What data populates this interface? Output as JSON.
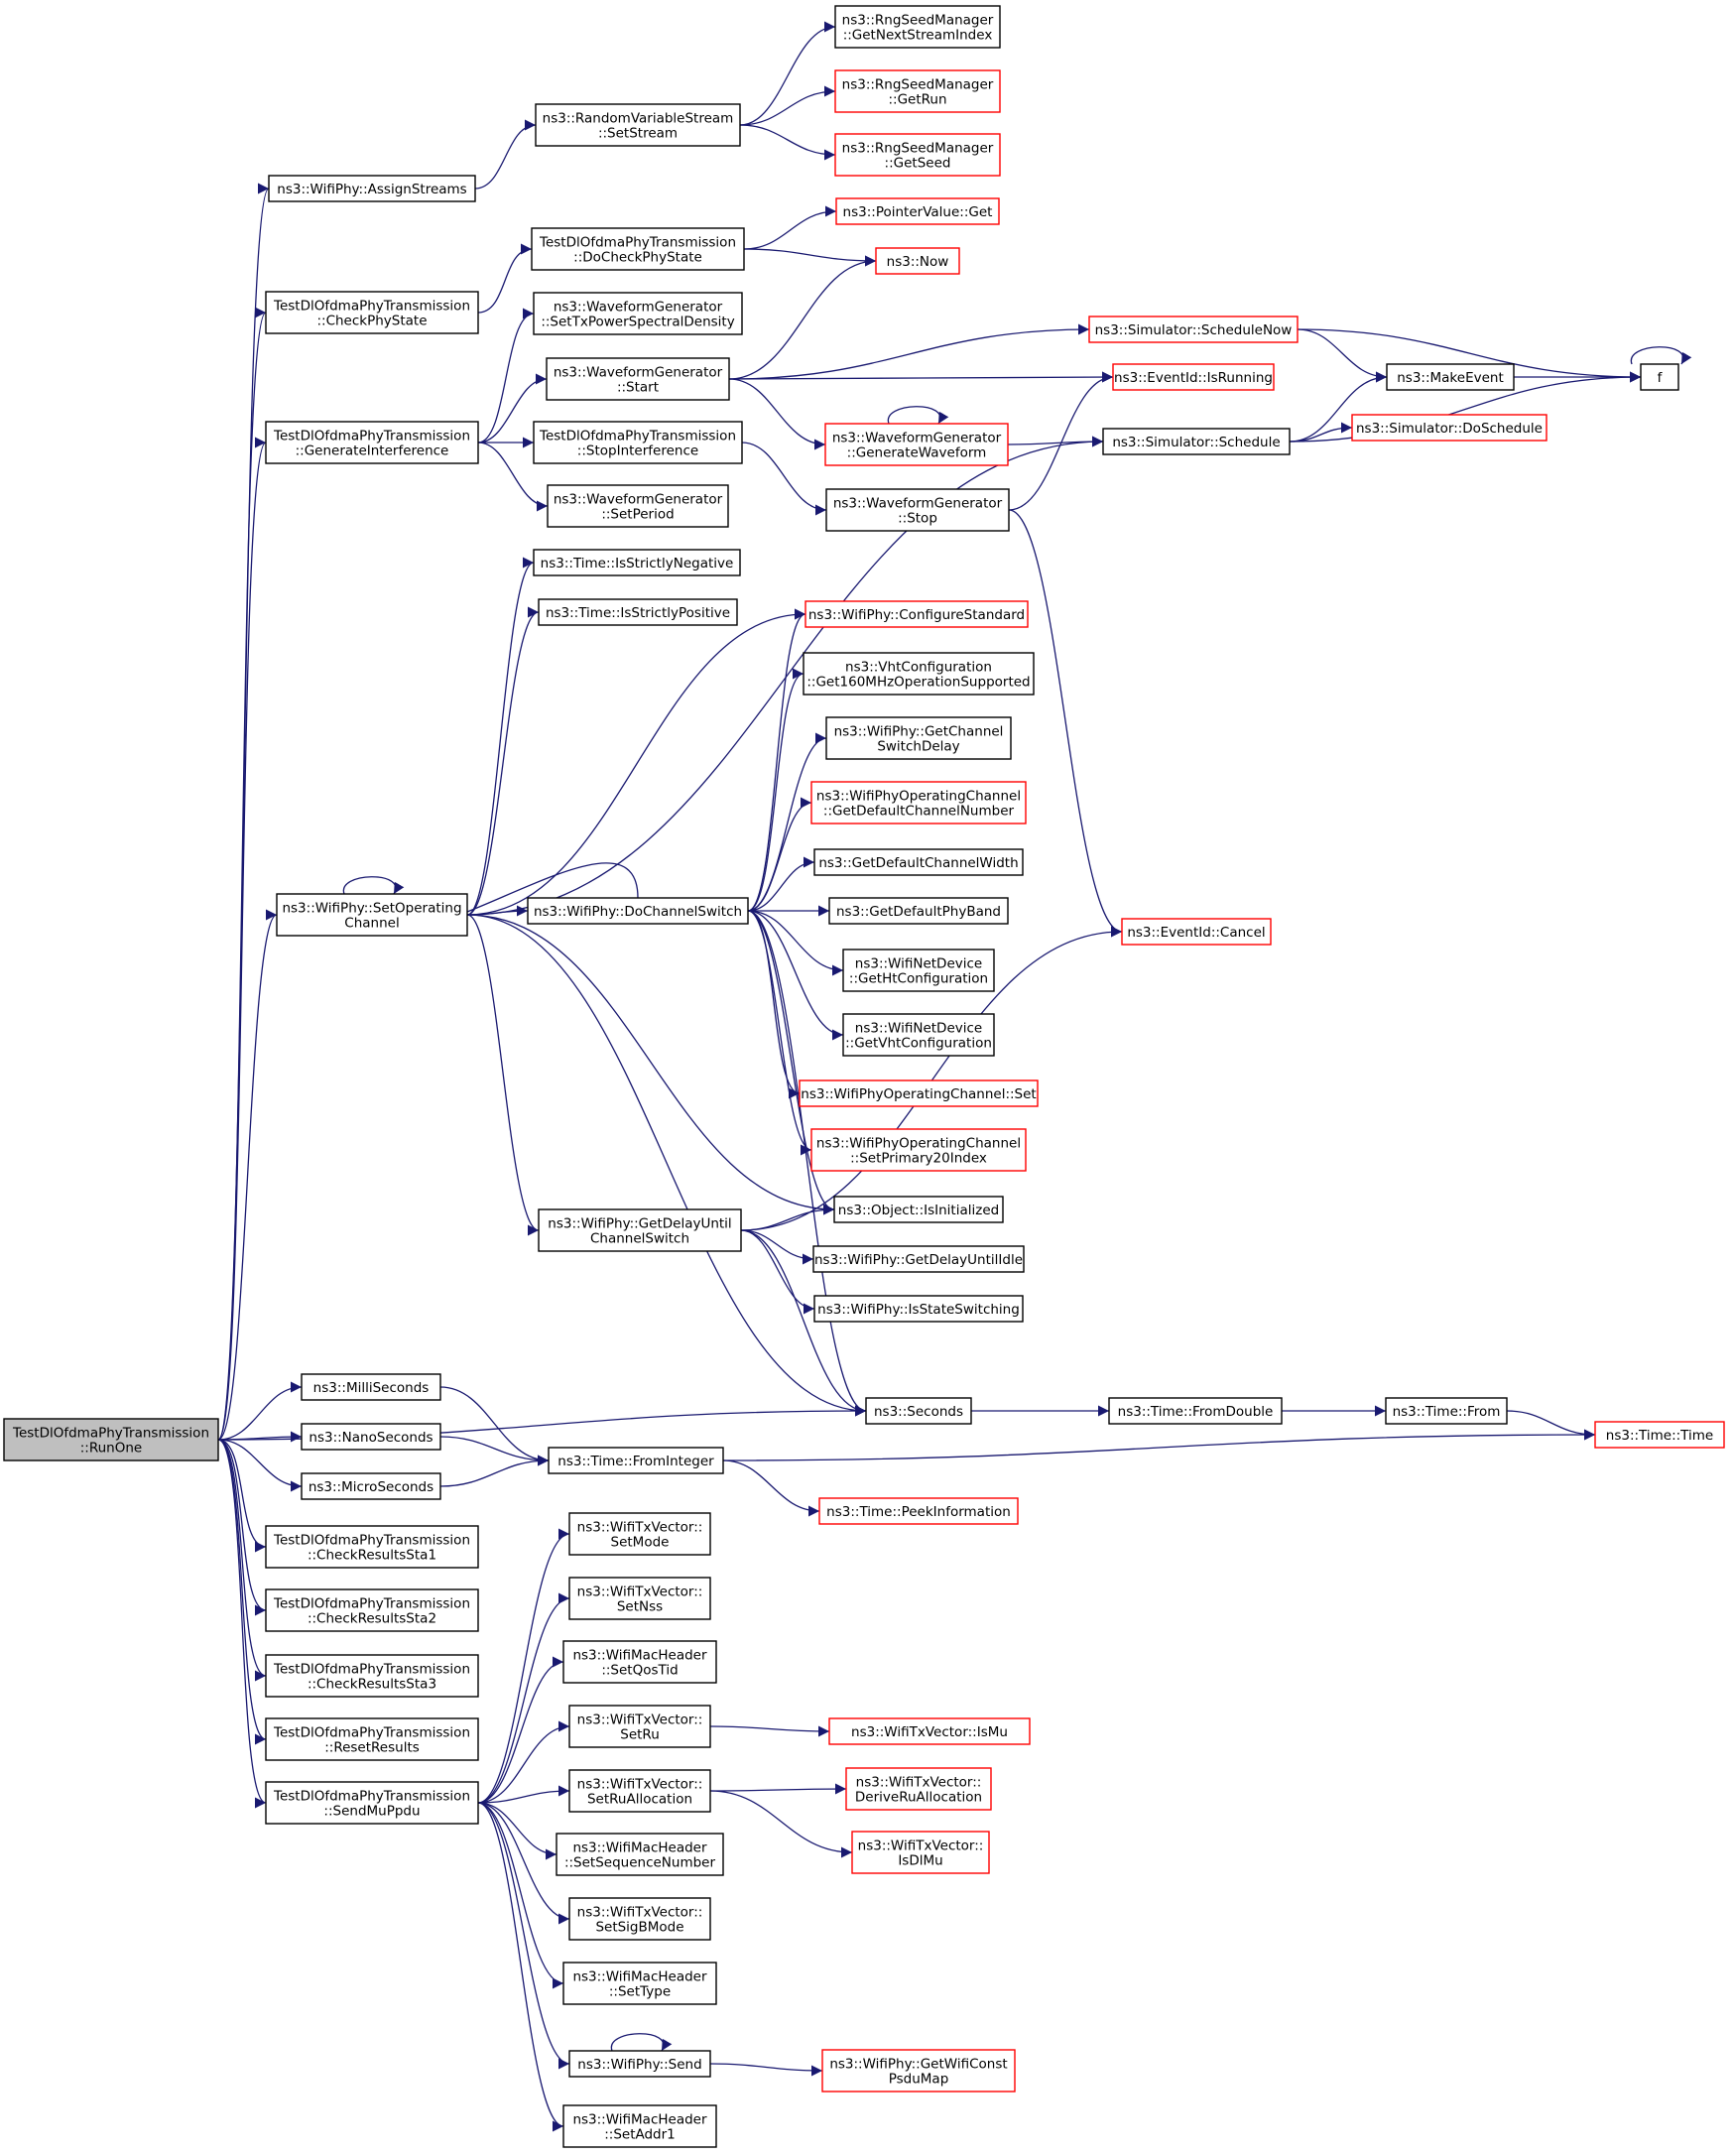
{
  "colors": {
    "edge": "#191970",
    "node_border": "#000000",
    "node_border_external": "#ff0000",
    "node_fill": "#ffffff",
    "root_fill": "#bfbfbf"
  },
  "nodes": [
    {
      "id": "runone",
      "lines": [
        "TestDlOfdmaPhyTransmission",
        "::RunOne"
      ],
      "style": "root"
    },
    {
      "id": "assignstreams",
      "lines": [
        "ns3::WifiPhy::AssignStreams"
      ],
      "style": "normal"
    },
    {
      "id": "setstream",
      "lines": [
        "ns3::RandomVariableStream",
        "::SetStream"
      ],
      "style": "normal"
    },
    {
      "id": "getnextstreamindex",
      "lines": [
        "ns3::RngSeedManager",
        "::GetNextStreamIndex"
      ],
      "style": "normal"
    },
    {
      "id": "getrun",
      "lines": [
        "ns3::RngSeedManager",
        "::GetRun"
      ],
      "style": "external"
    },
    {
      "id": "getseed",
      "lines": [
        "ns3::RngSeedManager",
        "::GetSeed"
      ],
      "style": "external"
    },
    {
      "id": "checkphystate",
      "lines": [
        "TestDlOfdmaPhyTransmission",
        "::CheckPhyState"
      ],
      "style": "normal"
    },
    {
      "id": "docheckphystate",
      "lines": [
        "TestDlOfdmaPhyTransmission",
        "::DoCheckPhyState"
      ],
      "style": "normal"
    },
    {
      "id": "pointervalueget",
      "lines": [
        "ns3::PointerValue::Get"
      ],
      "style": "external"
    },
    {
      "id": "now",
      "lines": [
        "ns3::Now"
      ],
      "style": "external"
    },
    {
      "id": "settxpsd",
      "lines": [
        "ns3::WaveformGenerator",
        "::SetTxPowerSpectralDensity"
      ],
      "style": "normal"
    },
    {
      "id": "schedulenow",
      "lines": [
        "ns3::Simulator::ScheduleNow"
      ],
      "style": "external"
    },
    {
      "id": "wgstart",
      "lines": [
        "ns3::WaveformGenerator",
        "::Start"
      ],
      "style": "normal"
    },
    {
      "id": "isrunning",
      "lines": [
        "ns3::EventId::IsRunning"
      ],
      "style": "external"
    },
    {
      "id": "makeevent",
      "lines": [
        "ns3::MakeEvent"
      ],
      "style": "normal"
    },
    {
      "id": "f",
      "lines": [
        "f"
      ],
      "style": "normal"
    },
    {
      "id": "generateinterference",
      "lines": [
        "TestDlOfdmaPhyTransmission",
        "::GenerateInterference"
      ],
      "style": "normal"
    },
    {
      "id": "stopinterference",
      "lines": [
        "TestDlOfdmaPhyTransmission",
        "::StopInterference"
      ],
      "style": "normal"
    },
    {
      "id": "generatewaveform",
      "lines": [
        "ns3::WaveformGenerator",
        "::GenerateWaveform"
      ],
      "style": "external"
    },
    {
      "id": "schedule",
      "lines": [
        "ns3::Simulator::Schedule"
      ],
      "style": "normal"
    },
    {
      "id": "doschedule",
      "lines": [
        "ns3::Simulator::DoSchedule"
      ],
      "style": "external"
    },
    {
      "id": "setperiod",
      "lines": [
        "ns3::WaveformGenerator",
        "::SetPeriod"
      ],
      "style": "normal"
    },
    {
      "id": "wgstop",
      "lines": [
        "ns3::WaveformGenerator",
        "::Stop"
      ],
      "style": "normal"
    },
    {
      "id": "isstrictlynegative",
      "lines": [
        "ns3::Time::IsStrictlyNegative"
      ],
      "style": "normal"
    },
    {
      "id": "isstrictlypositive",
      "lines": [
        "ns3::Time::IsStrictlyPositive"
      ],
      "style": "normal"
    },
    {
      "id": "configurestandard",
      "lines": [
        "ns3::WifiPhy::ConfigureStandard"
      ],
      "style": "external"
    },
    {
      "id": "get160mhz",
      "lines": [
        "ns3::VhtConfiguration",
        "::Get160MHzOperationSupported"
      ],
      "style": "normal"
    },
    {
      "id": "getchannelswitchdelay",
      "lines": [
        "ns3::WifiPhy::GetChannel",
        "SwitchDelay"
      ],
      "style": "normal"
    },
    {
      "id": "getdefaultchannelnumber",
      "lines": [
        "ns3::WifiPhyOperatingChannel",
        "::GetDefaultChannelNumber"
      ],
      "style": "external"
    },
    {
      "id": "getdefaultchannelwidth",
      "lines": [
        "ns3::GetDefaultChannelWidth"
      ],
      "style": "normal"
    },
    {
      "id": "setoperatingchannel",
      "lines": [
        "ns3::WifiPhy::SetOperating",
        "Channel"
      ],
      "style": "normal"
    },
    {
      "id": "dochannelswitch",
      "lines": [
        "ns3::WifiPhy::DoChannelSwitch"
      ],
      "style": "normal"
    },
    {
      "id": "getdefaultphyband",
      "lines": [
        "ns3::GetDefaultPhyBand"
      ],
      "style": "normal"
    },
    {
      "id": "eventcancel",
      "lines": [
        "ns3::EventId::Cancel"
      ],
      "style": "external"
    },
    {
      "id": "gethtconfiguration",
      "lines": [
        "ns3::WifiNetDevice",
        "::GetHtConfiguration"
      ],
      "style": "normal"
    },
    {
      "id": "getvhtconfiguration",
      "lines": [
        "ns3::WifiNetDevice",
        "::GetVhtConfiguration"
      ],
      "style": "normal"
    },
    {
      "id": "opchannelset",
      "lines": [
        "ns3::WifiPhyOperatingChannel::Set"
      ],
      "style": "external"
    },
    {
      "id": "setprimary20index",
      "lines": [
        "ns3::WifiPhyOperatingChannel",
        "::SetPrimary20Index"
      ],
      "style": "external"
    },
    {
      "id": "getdelayuntilchannelswitch",
      "lines": [
        "ns3::WifiPhy::GetDelayUntil",
        "ChannelSwitch"
      ],
      "style": "normal"
    },
    {
      "id": "isinitialized",
      "lines": [
        "ns3::Object::IsInitialized"
      ],
      "style": "normal"
    },
    {
      "id": "getdelayuntilidle",
      "lines": [
        "ns3::WifiPhy::GetDelayUntilIdle"
      ],
      "style": "normal"
    },
    {
      "id": "isstateswitching",
      "lines": [
        "ns3::WifiPhy::IsStateSwitching"
      ],
      "style": "normal"
    },
    {
      "id": "milliseconds",
      "lines": [
        "ns3::MilliSeconds"
      ],
      "style": "normal"
    },
    {
      "id": "seconds",
      "lines": [
        "ns3::Seconds"
      ],
      "style": "normal"
    },
    {
      "id": "fromdouble",
      "lines": [
        "ns3::Time::FromDouble"
      ],
      "style": "normal"
    },
    {
      "id": "timefrom",
      "lines": [
        "ns3::Time::From"
      ],
      "style": "normal"
    },
    {
      "id": "timetime",
      "lines": [
        "ns3::Time::Time"
      ],
      "style": "external"
    },
    {
      "id": "nanoseconds",
      "lines": [
        "ns3::NanoSeconds"
      ],
      "style": "normal"
    },
    {
      "id": "frominteger",
      "lines": [
        "ns3::Time::FromInteger"
      ],
      "style": "normal"
    },
    {
      "id": "microseconds",
      "lines": [
        "ns3::MicroSeconds"
      ],
      "style": "normal"
    },
    {
      "id": "peekinformation",
      "lines": [
        "ns3::Time::PeekInformation"
      ],
      "style": "external"
    },
    {
      "id": "checkresultssta1",
      "lines": [
        "TestDlOfdmaPhyTransmission",
        "::CheckResultsSta1"
      ],
      "style": "normal"
    },
    {
      "id": "checkresultssta2",
      "lines": [
        "TestDlOfdmaPhyTransmission",
        "::CheckResultsSta2"
      ],
      "style": "normal"
    },
    {
      "id": "checkresultssta3",
      "lines": [
        "TestDlOfdmaPhyTransmission",
        "::CheckResultsSta3"
      ],
      "style": "normal"
    },
    {
      "id": "resetresults",
      "lines": [
        "TestDlOfdmaPhyTransmission",
        "::ResetResults"
      ],
      "style": "normal"
    },
    {
      "id": "sendmuppdu",
      "lines": [
        "TestDlOfdmaPhyTransmission",
        "::SendMuPpdu"
      ],
      "style": "normal"
    },
    {
      "id": "setmode",
      "lines": [
        "ns3::WifiTxVector::",
        "SetMode"
      ],
      "style": "normal"
    },
    {
      "id": "setnss",
      "lines": [
        "ns3::WifiTxVector::",
        "SetNss"
      ],
      "style": "normal"
    },
    {
      "id": "setqostid",
      "lines": [
        "ns3::WifiMacHeader",
        "::SetQosTid"
      ],
      "style": "normal"
    },
    {
      "id": "setru",
      "lines": [
        "ns3::WifiTxVector::",
        "SetRu"
      ],
      "style": "normal"
    },
    {
      "id": "ismu",
      "lines": [
        "ns3::WifiTxVector::IsMu"
      ],
      "style": "external"
    },
    {
      "id": "setruallocation",
      "lines": [
        "ns3::WifiTxVector::",
        "SetRuAllocation"
      ],
      "style": "normal"
    },
    {
      "id": "deriveruallocation",
      "lines": [
        "ns3::WifiTxVector::",
        "DeriveRuAllocation"
      ],
      "style": "external"
    },
    {
      "id": "isdlmu",
      "lines": [
        "ns3::WifiTxVector::",
        "IsDlMu"
      ],
      "style": "external"
    },
    {
      "id": "setsequencenumber",
      "lines": [
        "ns3::WifiMacHeader",
        "::SetSequenceNumber"
      ],
      "style": "normal"
    },
    {
      "id": "setsigbmode",
      "lines": [
        "ns3::WifiTxVector::",
        "SetSigBMode"
      ],
      "style": "normal"
    },
    {
      "id": "settype",
      "lines": [
        "ns3::WifiMacHeader",
        "::SetType"
      ],
      "style": "normal"
    },
    {
      "id": "physend",
      "lines": [
        "ns3::WifiPhy::Send"
      ],
      "style": "normal"
    },
    {
      "id": "getwificonstpsdumap",
      "lines": [
        "ns3::WifiPhy::GetWifiConst",
        "PsduMap"
      ],
      "style": "external"
    },
    {
      "id": "setaddr1",
      "lines": [
        "ns3::WifiMacHeader",
        "::SetAddr1"
      ],
      "style": "normal"
    }
  ],
  "edges": [
    [
      "runone",
      "assignstreams"
    ],
    [
      "runone",
      "checkphystate"
    ],
    [
      "runone",
      "generateinterference"
    ],
    [
      "runone",
      "setoperatingchannel"
    ],
    [
      "runone",
      "seconds"
    ],
    [
      "runone",
      "milliseconds"
    ],
    [
      "runone",
      "nanoseconds"
    ],
    [
      "runone",
      "microseconds"
    ],
    [
      "runone",
      "checkresultssta1"
    ],
    [
      "runone",
      "checkresultssta2"
    ],
    [
      "runone",
      "checkresultssta3"
    ],
    [
      "runone",
      "resetresults"
    ],
    [
      "runone",
      "sendmuppdu"
    ],
    [
      "assignstreams",
      "setstream"
    ],
    [
      "setstream",
      "getnextstreamindex"
    ],
    [
      "setstream",
      "getrun"
    ],
    [
      "setstream",
      "getseed"
    ],
    [
      "checkphystate",
      "docheckphystate"
    ],
    [
      "docheckphystate",
      "pointervalueget"
    ],
    [
      "docheckphystate",
      "now"
    ],
    [
      "generateinterference",
      "settxpsd"
    ],
    [
      "generateinterference",
      "wgstart"
    ],
    [
      "generateinterference",
      "stopinterference"
    ],
    [
      "generateinterference",
      "setperiod"
    ],
    [
      "wgstart",
      "now"
    ],
    [
      "wgstart",
      "schedulenow"
    ],
    [
      "wgstart",
      "isrunning"
    ],
    [
      "wgstart",
      "generatewaveform"
    ],
    [
      "schedulenow",
      "makeevent"
    ],
    [
      "schedulenow",
      "f"
    ],
    [
      "makeevent",
      "f"
    ],
    [
      "f",
      "f"
    ],
    [
      "generatewaveform",
      "generatewaveform"
    ],
    [
      "generatewaveform",
      "schedule"
    ],
    [
      "schedule",
      "makeevent"
    ],
    [
      "schedule",
      "doschedule"
    ],
    [
      "schedule",
      "f"
    ],
    [
      "stopinterference",
      "wgstop"
    ],
    [
      "wgstop",
      "isrunning"
    ],
    [
      "wgstop",
      "eventcancel"
    ],
    [
      "setoperatingchannel",
      "setoperatingchannel"
    ],
    [
      "setoperatingchannel",
      "isstrictlynegative"
    ],
    [
      "setoperatingchannel",
      "isstrictlypositive"
    ],
    [
      "setoperatingchannel",
      "configurestandard"
    ],
    [
      "setoperatingchannel",
      "schedule"
    ],
    [
      "setoperatingchannel",
      "dochannelswitch"
    ],
    [
      "setoperatingchannel",
      "getdelayuntilchannelswitch"
    ],
    [
      "setoperatingchannel",
      "isinitialized"
    ],
    [
      "setoperatingchannel",
      "seconds"
    ],
    [
      "dochannelswitch",
      "setoperatingchannel"
    ],
    [
      "dochannelswitch",
      "configurestandard"
    ],
    [
      "dochannelswitch",
      "get160mhz"
    ],
    [
      "dochannelswitch",
      "getchannelswitchdelay"
    ],
    [
      "dochannelswitch",
      "getdefaultchannelnumber"
    ],
    [
      "dochannelswitch",
      "getdefaultchannelwidth"
    ],
    [
      "dochannelswitch",
      "getdefaultphyband"
    ],
    [
      "dochannelswitch",
      "gethtconfiguration"
    ],
    [
      "dochannelswitch",
      "getvhtconfiguration"
    ],
    [
      "dochannelswitch",
      "opchannelset"
    ],
    [
      "dochannelswitch",
      "setprimary20index"
    ],
    [
      "dochannelswitch",
      "isinitialized"
    ],
    [
      "dochannelswitch",
      "seconds"
    ],
    [
      "getdelayuntilchannelswitch",
      "isinitialized"
    ],
    [
      "getdelayuntilchannelswitch",
      "getdelayuntilidle"
    ],
    [
      "getdelayuntilchannelswitch",
      "isstateswitching"
    ],
    [
      "getdelayuntilchannelswitch",
      "seconds"
    ],
    [
      "getdelayuntilchannelswitch",
      "eventcancel"
    ],
    [
      "seconds",
      "fromdouble"
    ],
    [
      "fromdouble",
      "timefrom"
    ],
    [
      "timefrom",
      "timetime"
    ],
    [
      "milliseconds",
      "frominteger"
    ],
    [
      "nanoseconds",
      "frominteger"
    ],
    [
      "microseconds",
      "frominteger"
    ],
    [
      "frominteger",
      "timetime"
    ],
    [
      "frominteger",
      "peekinformation"
    ],
    [
      "sendmuppdu",
      "setmode"
    ],
    [
      "sendmuppdu",
      "setnss"
    ],
    [
      "sendmuppdu",
      "setqostid"
    ],
    [
      "sendmuppdu",
      "setru"
    ],
    [
      "sendmuppdu",
      "setruallocation"
    ],
    [
      "sendmuppdu",
      "setsequencenumber"
    ],
    [
      "sendmuppdu",
      "setsigbmode"
    ],
    [
      "sendmuppdu",
      "settype"
    ],
    [
      "sendmuppdu",
      "physend"
    ],
    [
      "sendmuppdu",
      "setaddr1"
    ],
    [
      "setru",
      "ismu"
    ],
    [
      "setruallocation",
      "deriveruallocation"
    ],
    [
      "setruallocation",
      "isdlmu"
    ],
    [
      "physend",
      "physend"
    ],
    [
      "physend",
      "getwificonstpsdumap"
    ]
  ]
}
